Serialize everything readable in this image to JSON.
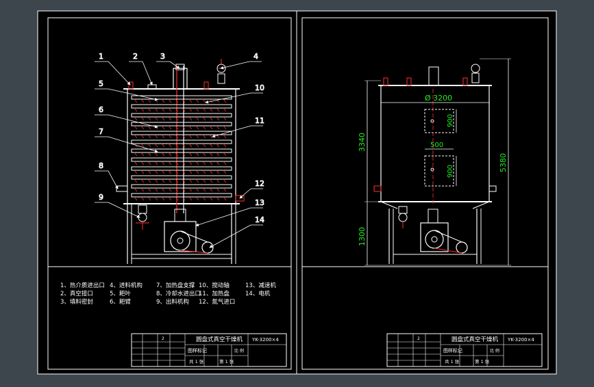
{
  "colors": {
    "frame_bg": "#3e464d",
    "sheet": "#000000",
    "line": "#ffffff",
    "accent_red": "#ff3030",
    "accent_green": "#22ee22",
    "leader": "#ffffff"
  },
  "left_view": {
    "callouts": [
      "1",
      "2",
      "3",
      "4",
      "5",
      "6",
      "7",
      "8",
      "9",
      "10",
      "11",
      "12",
      "13",
      "14"
    ],
    "legend": [
      "1、热介质进出口",
      "2、真空接口",
      "3、填料密封",
      "4、进料机构",
      "5、耙叶",
      "6、耙臂",
      "7、加热盘支撑",
      "8、冷却水进出口",
      "9、出料机构",
      "10、搅动轴",
      "11、加热盘",
      "12、氮气进口",
      "13、减速机",
      "14、电机"
    ]
  },
  "right_view": {
    "dim_diameter": "Ø 3200",
    "dim_900_top": "900",
    "dim_500": "500",
    "dim_900_bottom": "900",
    "dim_3340": "3340",
    "dim_5380": "5380",
    "dim_1300": "1300"
  },
  "title_block": {
    "name": "圆盘式真空干燥机",
    "code": "YK-3200×4",
    "drawing_type": "图样标记",
    "scale_header": "比 例",
    "sheet_count": "共 1 张",
    "sheet_index": "第 1 张",
    "company": "2"
  }
}
